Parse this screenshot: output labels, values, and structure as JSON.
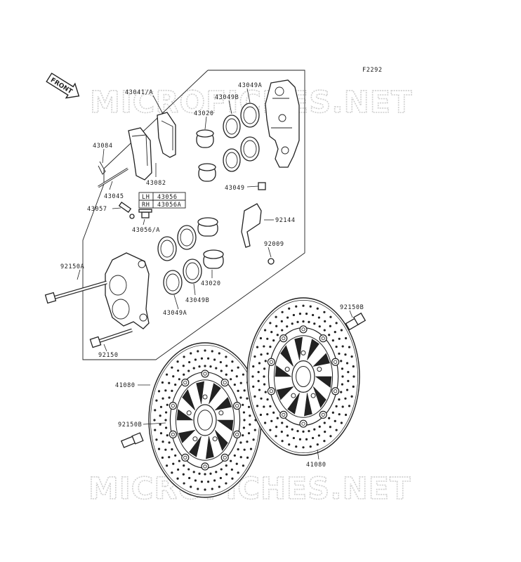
{
  "figure_code": "F2292",
  "front_arrow": "FRONT",
  "watermark": "MICROFICHES.NET",
  "table": {
    "rows": [
      {
        "side": "LH",
        "part": "43056"
      },
      {
        "side": "RH",
        "part": "43056A"
      }
    ]
  },
  "parts": {
    "p43041A": "43041/A",
    "p43049A_top": "43049A",
    "p43049B_top": "43049B",
    "p43020_top": "43020",
    "p43084": "43084",
    "p43082": "43082",
    "p43045": "43045",
    "p43057": "43057",
    "p43056A": "43056/A",
    "p43049": "43049",
    "p92144": "92144",
    "p92009": "92009",
    "p92150A": "92150A",
    "p43020_bot": "43020",
    "p43049B_bot": "43049B",
    "p43049A_bot": "43049A",
    "p92150": "92150",
    "p92150B_right": "92150B",
    "p41080_left": "41080",
    "p92150B_left": "92150B",
    "p41080_right": "41080"
  }
}
